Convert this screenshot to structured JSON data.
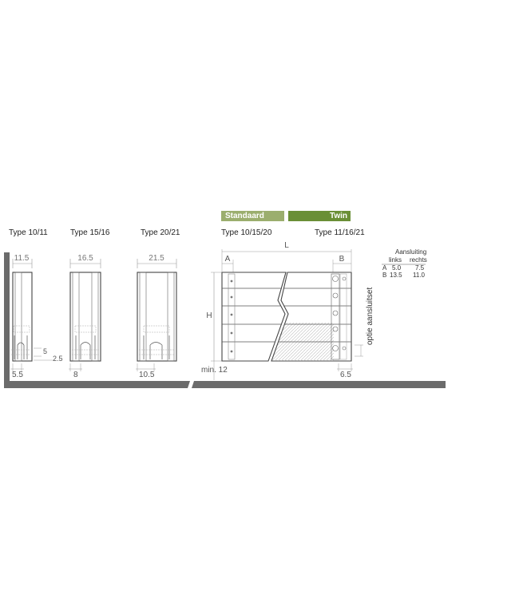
{
  "colors": {
    "standaard": "#9bae6e",
    "twin": "#6a8f36",
    "floor": "#6b6b6b",
    "dim": "#8a8a8a",
    "outline": "#444444"
  },
  "badges": {
    "standaard": "Standaard",
    "twin": "Twin"
  },
  "types": {
    "t1011": {
      "title": "Type 10/11",
      "width": "11.5",
      "dim_a": "5",
      "dim_b": "2.5",
      "floor_dim": "5.5"
    },
    "t1516": {
      "title": "Type 15/16",
      "width": "16.5",
      "floor_dim": "8"
    },
    "t2021": {
      "title": "Type 20/21",
      "width": "21.5",
      "floor_dim": "10.5"
    },
    "standaard": {
      "title": "Type 10/15/20"
    },
    "twin": {
      "title": "Type 11/16/21"
    }
  },
  "front": {
    "length": "L",
    "height": "H",
    "left_conn": "A",
    "right_conn": "B",
    "min_floor": "min. 12",
    "right_floor": "6.5",
    "option_label": "optie aansluitset"
  },
  "table": {
    "title": "Aansluiting",
    "col_left": "links",
    "col_right": "rechts",
    "rows": [
      {
        "label": "A",
        "left": "5.0",
        "right": "7.5"
      },
      {
        "label": "B",
        "left": "13.5",
        "right": "11.0"
      }
    ]
  }
}
